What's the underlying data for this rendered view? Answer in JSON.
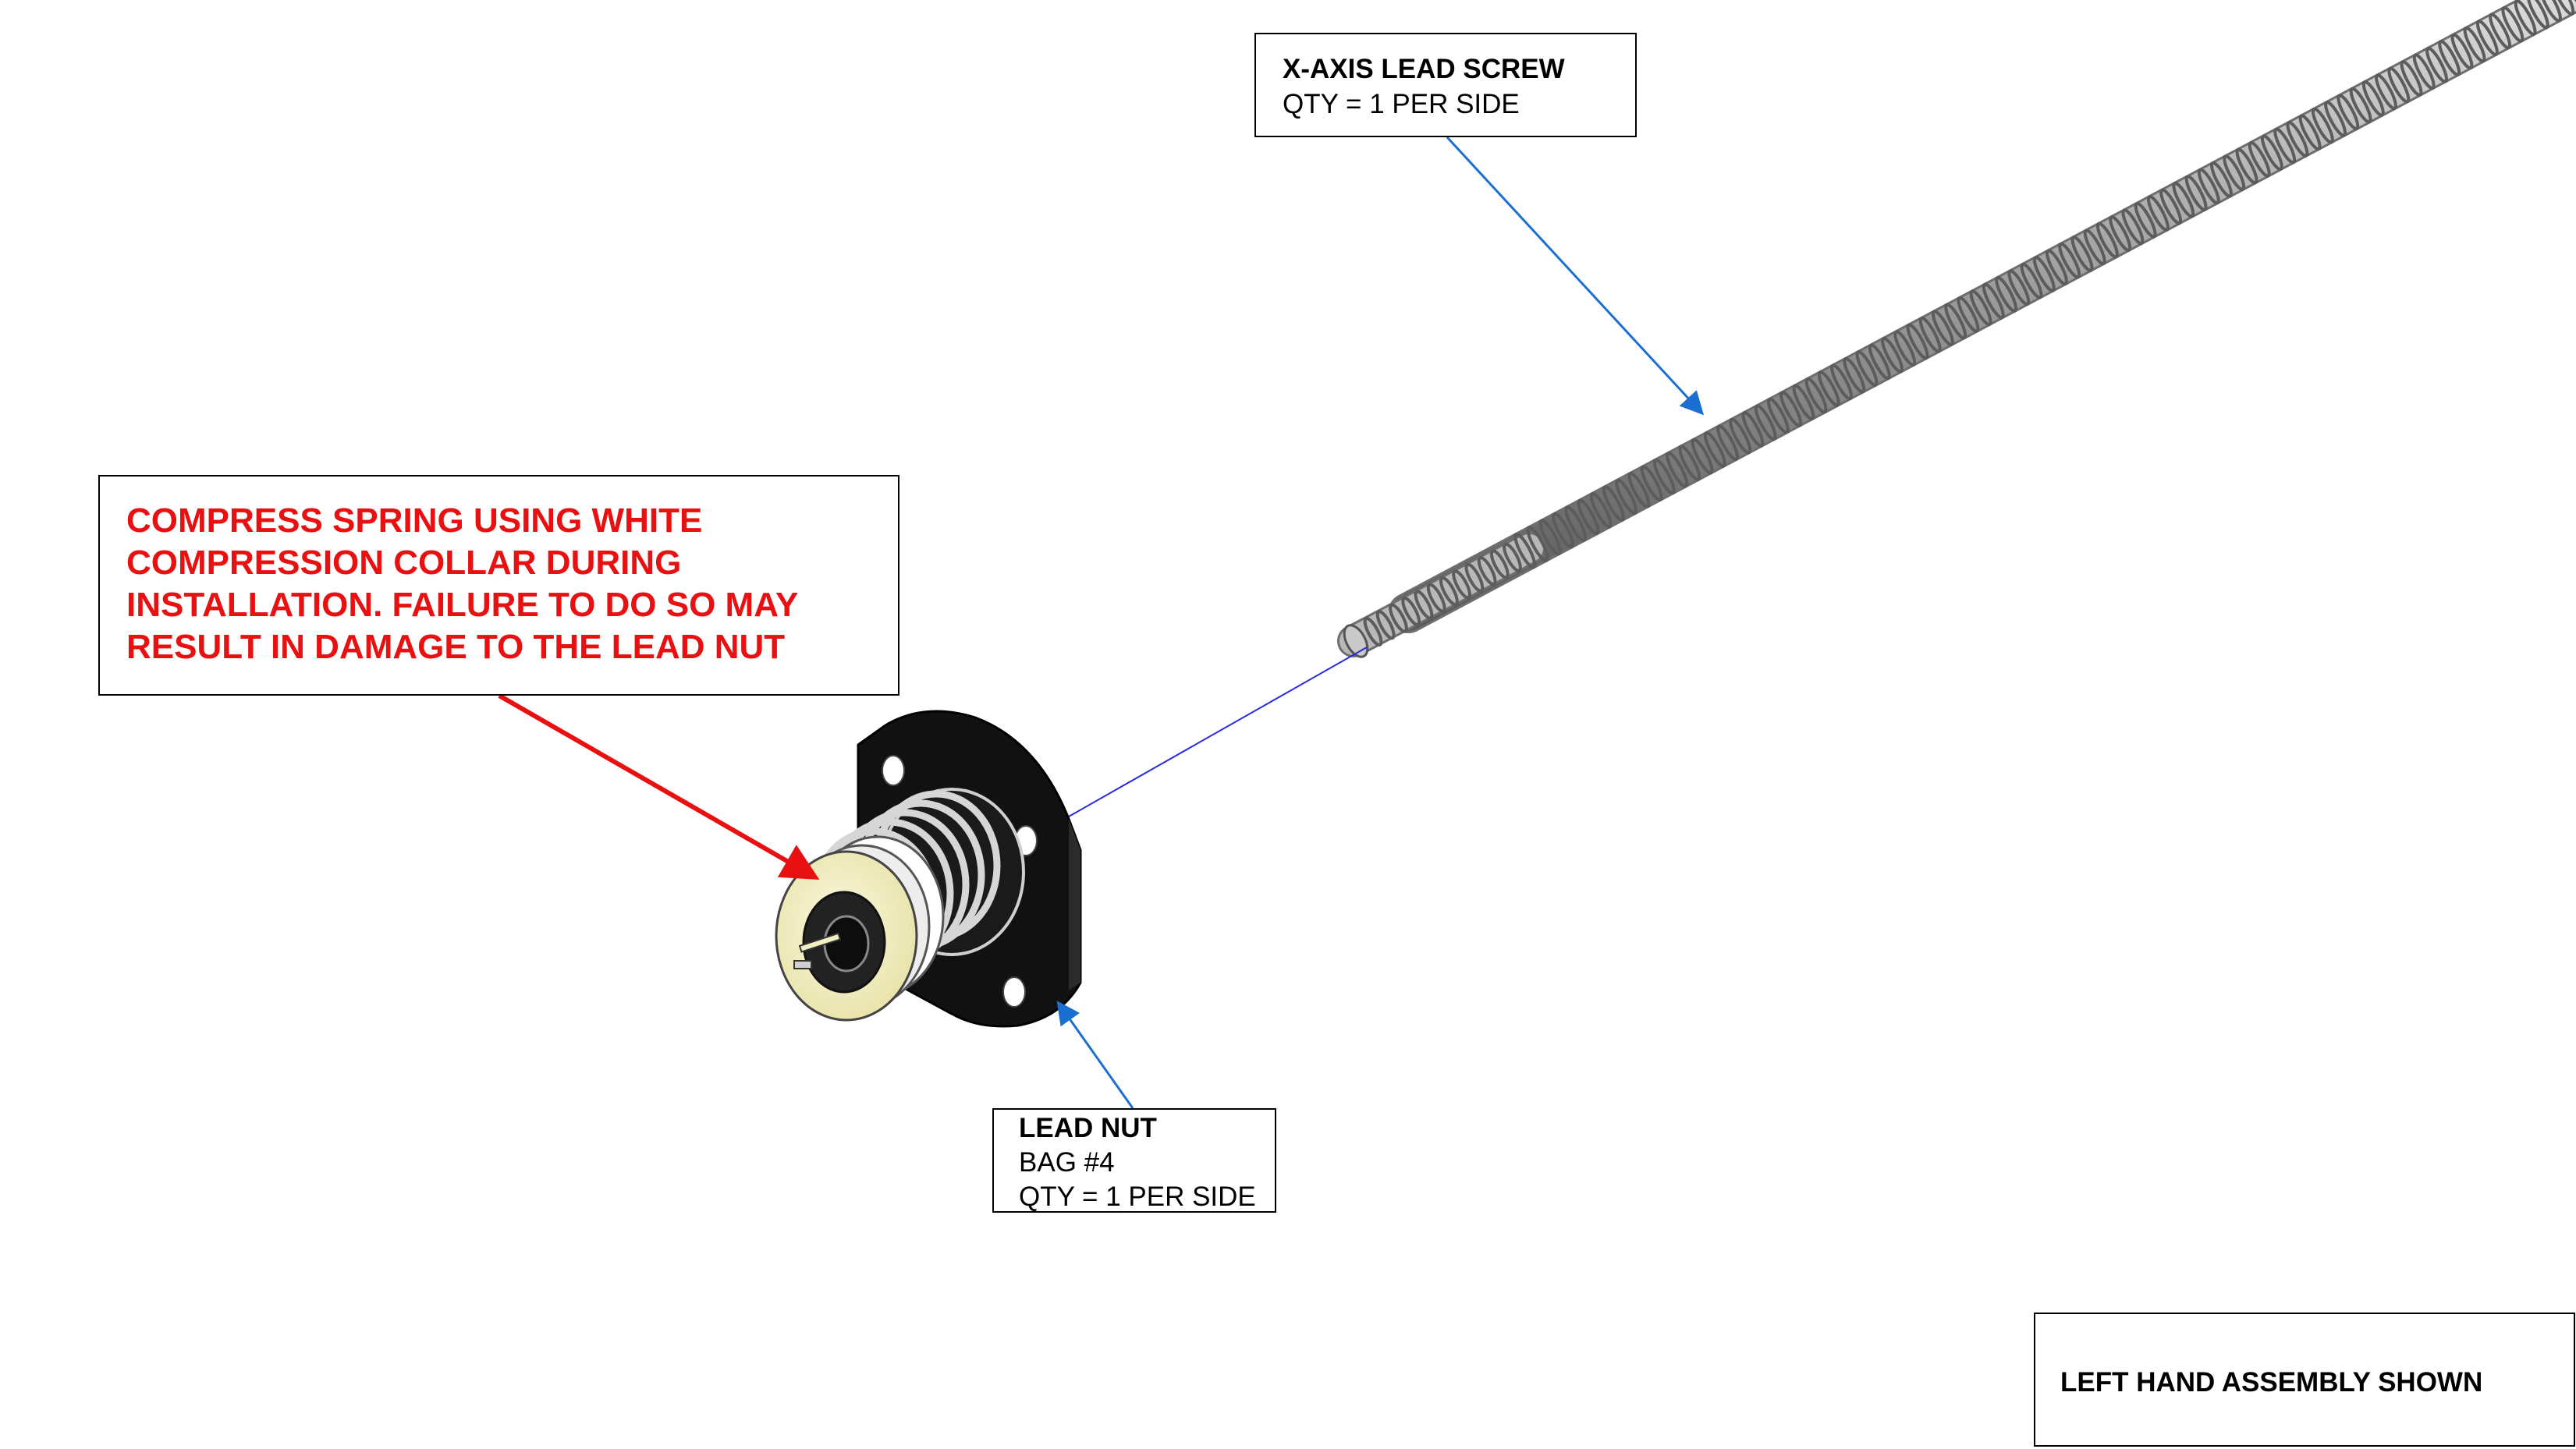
{
  "callouts": {
    "lead_screw": {
      "title": "X-AXIS LEAD SCREW",
      "detail": "QTY = 1 PER SIDE"
    },
    "warning": {
      "lines": [
        "COMPRESS SPRING USING WHITE",
        "COMPRESSION COLLAR DURING",
        "INSTALLATION. FAILURE TO DO SO MAY",
        "RESULT IN DAMAGE TO THE LEAD NUT"
      ]
    },
    "lead_nut": {
      "title": "LEAD NUT",
      "bag": "BAG #4",
      "detail": "QTY = 1 PER SIDE"
    },
    "assembly_note": "LEFT HAND ASSEMBLY SHOWN"
  },
  "colors": {
    "warning_text": "#e81010",
    "warning_leader": "#e81010",
    "leader": "#1a6fd0",
    "alignment_line": "#2a2ae0",
    "screw_thread": "#a6a6a6",
    "nut_body": "#111111",
    "collar": "#f2efc2"
  },
  "icons": [
    "lead-screw-drawing",
    "lead-nut-drawing",
    "compression-collar-drawing",
    "spring-drawing"
  ]
}
